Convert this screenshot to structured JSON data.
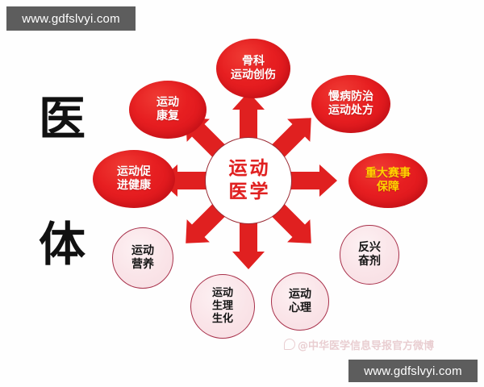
{
  "diagram": {
    "center": {
      "label_line1": "运动",
      "label_line2": "医学",
      "color": "#e02020",
      "border_color": "#9b2a33"
    },
    "side_characters": {
      "top": "医",
      "bottom": "体"
    },
    "nodes": [
      {
        "id": "node-top",
        "style": "red",
        "text_color": "#ffffff",
        "lines": [
          "骨科",
          "运动创伤"
        ]
      },
      {
        "id": "node-tr",
        "style": "red",
        "text_color": "#ffffff",
        "lines": [
          "慢病防治",
          "运动处方"
        ]
      },
      {
        "id": "node-right",
        "style": "red",
        "text_color": "#ffd400",
        "lines": [
          "重大赛事",
          "保障"
        ]
      },
      {
        "id": "node-br",
        "style": "pink",
        "text_color": "#141414",
        "lines": [
          "反兴",
          "奋剂"
        ]
      },
      {
        "id": "node-bottom",
        "style": "pink",
        "text_color": "#141414",
        "lines": [
          "运动",
          "心理"
        ]
      },
      {
        "id": "node-bl",
        "style": "pink",
        "text_color": "#141414",
        "lines": [
          "运动",
          "生理",
          "生化"
        ]
      },
      {
        "id": "node-left-low",
        "style": "pink",
        "text_color": "#141414",
        "lines": [
          "运动",
          "营养"
        ]
      },
      {
        "id": "node-left",
        "style": "red",
        "text_color": "#ffffff",
        "lines": [
          "运动促",
          "进健康"
        ]
      },
      {
        "id": "node-tl",
        "style": "red",
        "text_color": "#ffffff",
        "lines": [
          "运动",
          "康复"
        ]
      }
    ],
    "arrow_color": "#e02020",
    "arrow_count": 8
  },
  "watermarks": {
    "top": "www.gdfslvyi.com",
    "bottom": "www.gdfslvyi.com",
    "weibo": "@中华医学信息导报官方微博"
  }
}
